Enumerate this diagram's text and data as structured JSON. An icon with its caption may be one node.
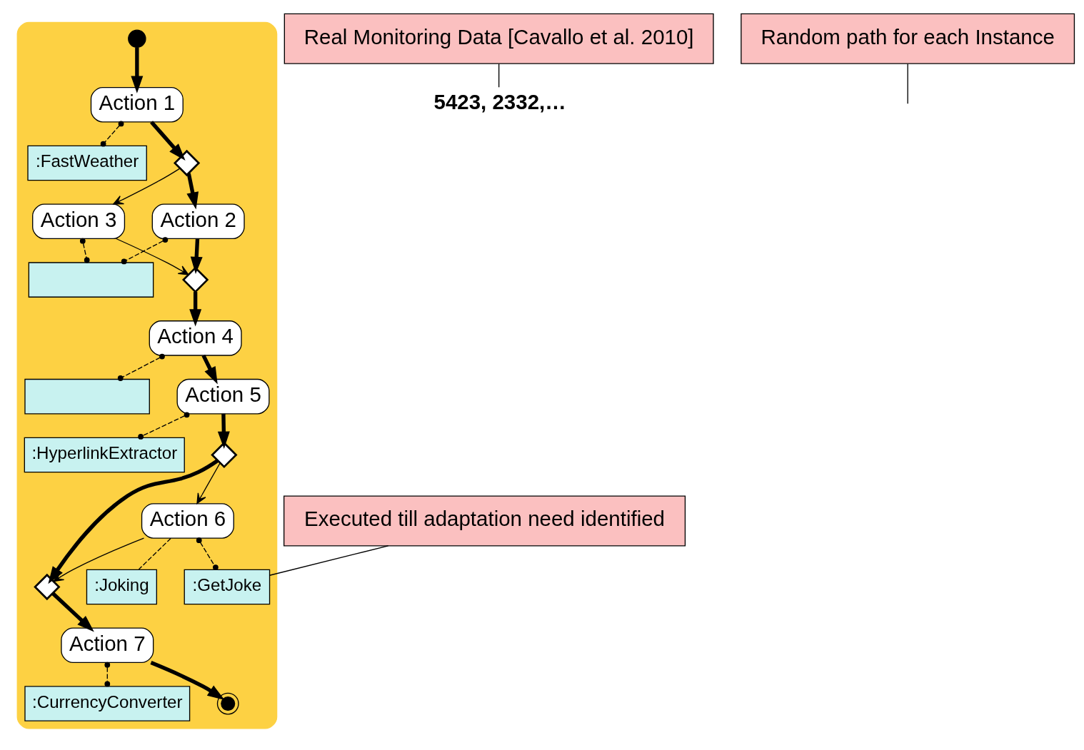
{
  "diagram": {
    "nodes": [
      {
        "text": [],
        "shape": "box"
      },
      {
        "text": [],
        "shape": "circle",
        "in": 0
      },
      {
        "text": [
          "Action 1"
        ],
        "in": 0
      },
      {
        "text": [
          ":FastWeather"
        ],
        "in": 0
      },
      {
        "text": [],
        "shape": "diamond",
        "in": 0
      },
      {
        "text": [
          "Action 3"
        ],
        "in": 0
      },
      {
        "text": [
          "Action 2"
        ],
        "in": 0
      },
      {
        "text": [],
        "shape": "box",
        "in": 0
      },
      {
        "text": [],
        "shape": "diamond",
        "in": 0
      },
      {
        "text": [
          "Action 4"
        ],
        "in": 0
      },
      {
        "text": [],
        "shape": "box",
        "in": 0
      },
      {
        "text": [
          "Action 5"
        ],
        "in": 0
      },
      {
        "text": [
          ":HyperlinkExtractor"
        ],
        "in": 0
      },
      {
        "text": [],
        "shape": "diamond",
        "in": 0
      },
      {
        "text": [
          "Action 6"
        ],
        "in": 0
      },
      {
        "text": [
          ":GetJoke"
        ],
        "in": 0
      },
      {
        "text": [
          ":Joking"
        ],
        "in": 0
      },
      {
        "text": [],
        "shape": "diamond",
        "in": 0
      },
      {
        "text": [
          "Action 7"
        ],
        "in": 0
      },
      {
        "text": [
          ":CurrencyConverter"
        ],
        "in": 0
      },
      {
        "text": [],
        "shape": "circle",
        "in": 0
      },
      {
        "text": [
          "5423, 2332,…"
        ]
      },
      {
        "text": [
          "Real Monitoring Data [Cavallo et al. 2010]"
        ]
      },
      {
        "text": [
          "Random path for each Instance"
        ]
      },
      {
        "text": [
          "Executed till adaptation need identified"
        ]
      }
    ],
    "edges": [
      {
        "from": 1,
        "to": 2,
        "arrow": "to",
        "style": "thick"
      },
      {
        "from": 2,
        "to": 3,
        "arrow": "other",
        "style": "dashed"
      },
      {
        "from": 2,
        "to": 4,
        "arrow": "to",
        "style": "thick"
      },
      {
        "from": 4,
        "to": 6,
        "arrow": "to",
        "style": "thick"
      },
      {
        "from": 4,
        "to": 5,
        "arrow": "to"
      },
      {
        "from": 6,
        "to": 7,
        "arrow": "other",
        "style": "dashed"
      },
      {
        "from": 5,
        "to": 7,
        "arrow": "other",
        "style": "dashed"
      },
      {
        "from": 6,
        "to": 8,
        "arrow": "to",
        "style": "thick"
      },
      {
        "from": 5,
        "to": 8,
        "arrow": "to"
      },
      {
        "from": 8,
        "to": 9,
        "arrow": "to",
        "style": "thick"
      },
      {
        "from": 9,
        "to": 10,
        "arrow": "other",
        "style": "dashed"
      },
      {
        "from": 9,
        "to": 11,
        "arrow": "to",
        "style": "thick"
      },
      {
        "from": 11,
        "to": 12,
        "arrow": "other",
        "style": "dashed"
      },
      {
        "from": 11,
        "to": 13,
        "arrow": "to",
        "style": "thick"
      },
      {
        "from": 13,
        "to": 14,
        "arrow": "to"
      },
      {
        "from": 13,
        "to": 17,
        "arrow": "to",
        "style": "thick"
      },
      {
        "from": 14,
        "to": 17,
        "arrow": "to"
      },
      {
        "from": 14,
        "to": 15,
        "arrow": "other",
        "style": "dashed"
      },
      {
        "from": 14,
        "to": 16,
        "arrow": "none",
        "style": "dashed"
      },
      {
        "from": 17,
        "to": 18,
        "arrow": "to",
        "style": "thick"
      },
      {
        "from": 18,
        "to": 19,
        "arrow": "other",
        "style": "dashed"
      },
      {
        "from": 18,
        "to": 20,
        "arrow": "to",
        "style": "thick"
      },
      {
        "from": 22,
        "to": 21,
        "arrow": "none"
      },
      {
        "from": 23,
        "to": null,
        "arrow": "none"
      },
      {
        "from": 24,
        "to": 15,
        "arrow": "none"
      }
    ]
  }
}
